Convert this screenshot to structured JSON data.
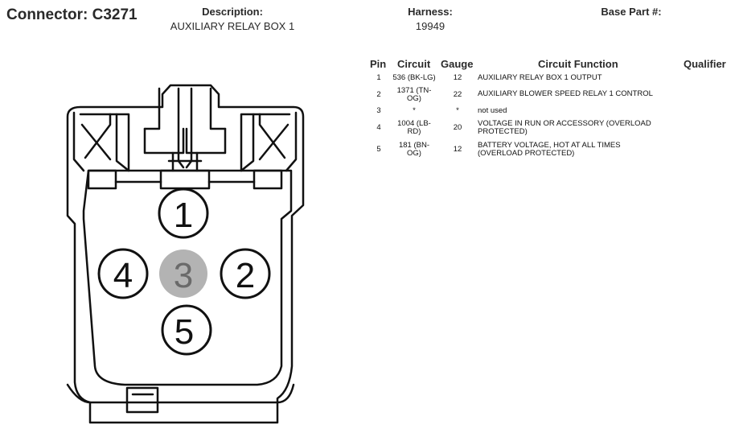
{
  "header": {
    "connector": "Connector: C3271",
    "description_label": "Description:",
    "description_value": "AUXILIARY RELAY BOX 1",
    "harness_label": "Harness:",
    "harness_value": "19949",
    "base_part_label": "Base Part #:"
  },
  "table": {
    "headers": {
      "pin": "Pin",
      "circuit": "Circuit",
      "gauge": "Gauge",
      "function": "Circuit Function",
      "qualifier": "Qualifier"
    },
    "rows": [
      {
        "pin": "1",
        "circuit_l1": "536 (BK-LG)",
        "circuit_l2": "",
        "gauge": "12",
        "func_l1": "AUXILIARY RELAY BOX 1 OUTPUT",
        "func_l2": ""
      },
      {
        "pin": "2",
        "circuit_l1": "1371 (TN-",
        "circuit_l2": "OG)",
        "gauge": "22",
        "func_l1": "AUXILIARY BLOWER SPEED RELAY 1 CONTROL",
        "func_l2": ""
      },
      {
        "pin": "3",
        "circuit_l1": "*",
        "circuit_l2": "",
        "gauge": "*",
        "func_l1": "not used",
        "func_l2": ""
      },
      {
        "pin": "4",
        "circuit_l1": "1004 (LB-",
        "circuit_l2": "RD)",
        "gauge": "20",
        "func_l1": "VOLTAGE IN RUN OR ACCESSORY (OVERLOAD",
        "func_l2": "PROTECTED)"
      },
      {
        "pin": "5",
        "circuit_l1": "181 (BN-",
        "circuit_l2": "OG)",
        "gauge": "12",
        "func_l1": "BATTERY VOLTAGE, HOT AT ALL TIMES",
        "func_l2": "(OVERLOAD PROTECTED)"
      }
    ]
  },
  "connector": {
    "pins": [
      "1",
      "2",
      "3",
      "4",
      "5"
    ],
    "unused_pin": "3",
    "unused_fill": "#b3b3b3"
  }
}
